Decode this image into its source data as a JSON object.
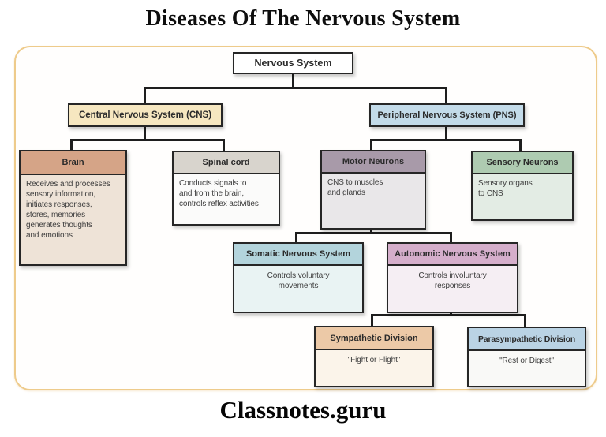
{
  "title": "Diseases Of The Nervous System",
  "watermark": "Classnotes.guru",
  "colors": {
    "panel_border": "#eecb8b",
    "connector": "#1e1e1e",
    "node_border": "#262626"
  },
  "nodes": {
    "root": {
      "label": "Nervous System",
      "bg": "#ffffff"
    },
    "cns": {
      "label": "Central Nervous System (CNS)",
      "bg": "#f6e7c0"
    },
    "pns": {
      "label": "Peripheral Nervous System (PNS)",
      "bg": "#c3dbe9"
    },
    "brain": {
      "label": "Brain",
      "body": "Receives and processes\nsensory information,\ninitiates responses,\nstores, memories\ngenerates thoughts\nand emotions",
      "header_bg": "#d5a487",
      "body_bg": "#eee3d7"
    },
    "spinal_cord": {
      "label": "Spinal cord",
      "body": "Conducts signals to\nand from the brain,\ncontrols reflex activities",
      "header_bg": "#d8d4cd",
      "body_bg": "#fbfbfa"
    },
    "motor_neurons": {
      "label": "Motor Neurons",
      "body": "CNS to muscles\nand glands",
      "header_bg": "#a89aa9",
      "body_bg": "#e9e7e9"
    },
    "sensory_neurons": {
      "label": "Sensory Neurons",
      "body": "Sensory organs\nto CNS",
      "header_bg": "#aecbb1",
      "body_bg": "#e3ece4"
    },
    "somatic": {
      "label": "Somatic Nervous System",
      "body": "Controls voluntary\nmovements",
      "header_bg": "#b3d4dc",
      "body_bg": "#e9f3f3"
    },
    "autonomic": {
      "label": "Autonomic Nervous System",
      "body": "Controls involuntary\nresponses",
      "header_bg": "#d5aecb",
      "body_bg": "#f5eef3"
    },
    "sympathetic": {
      "label": "Sympathetic Division",
      "body": "\"Fight or Flight\"",
      "header_bg": "#ecc9a7",
      "body_bg": "#fbf4ea"
    },
    "parasympathetic": {
      "label": "Parasympathetic Division",
      "body": "\"Rest or Digest\"",
      "header_bg": "#bad3e4",
      "body_bg": "#f9f9f7"
    }
  }
}
